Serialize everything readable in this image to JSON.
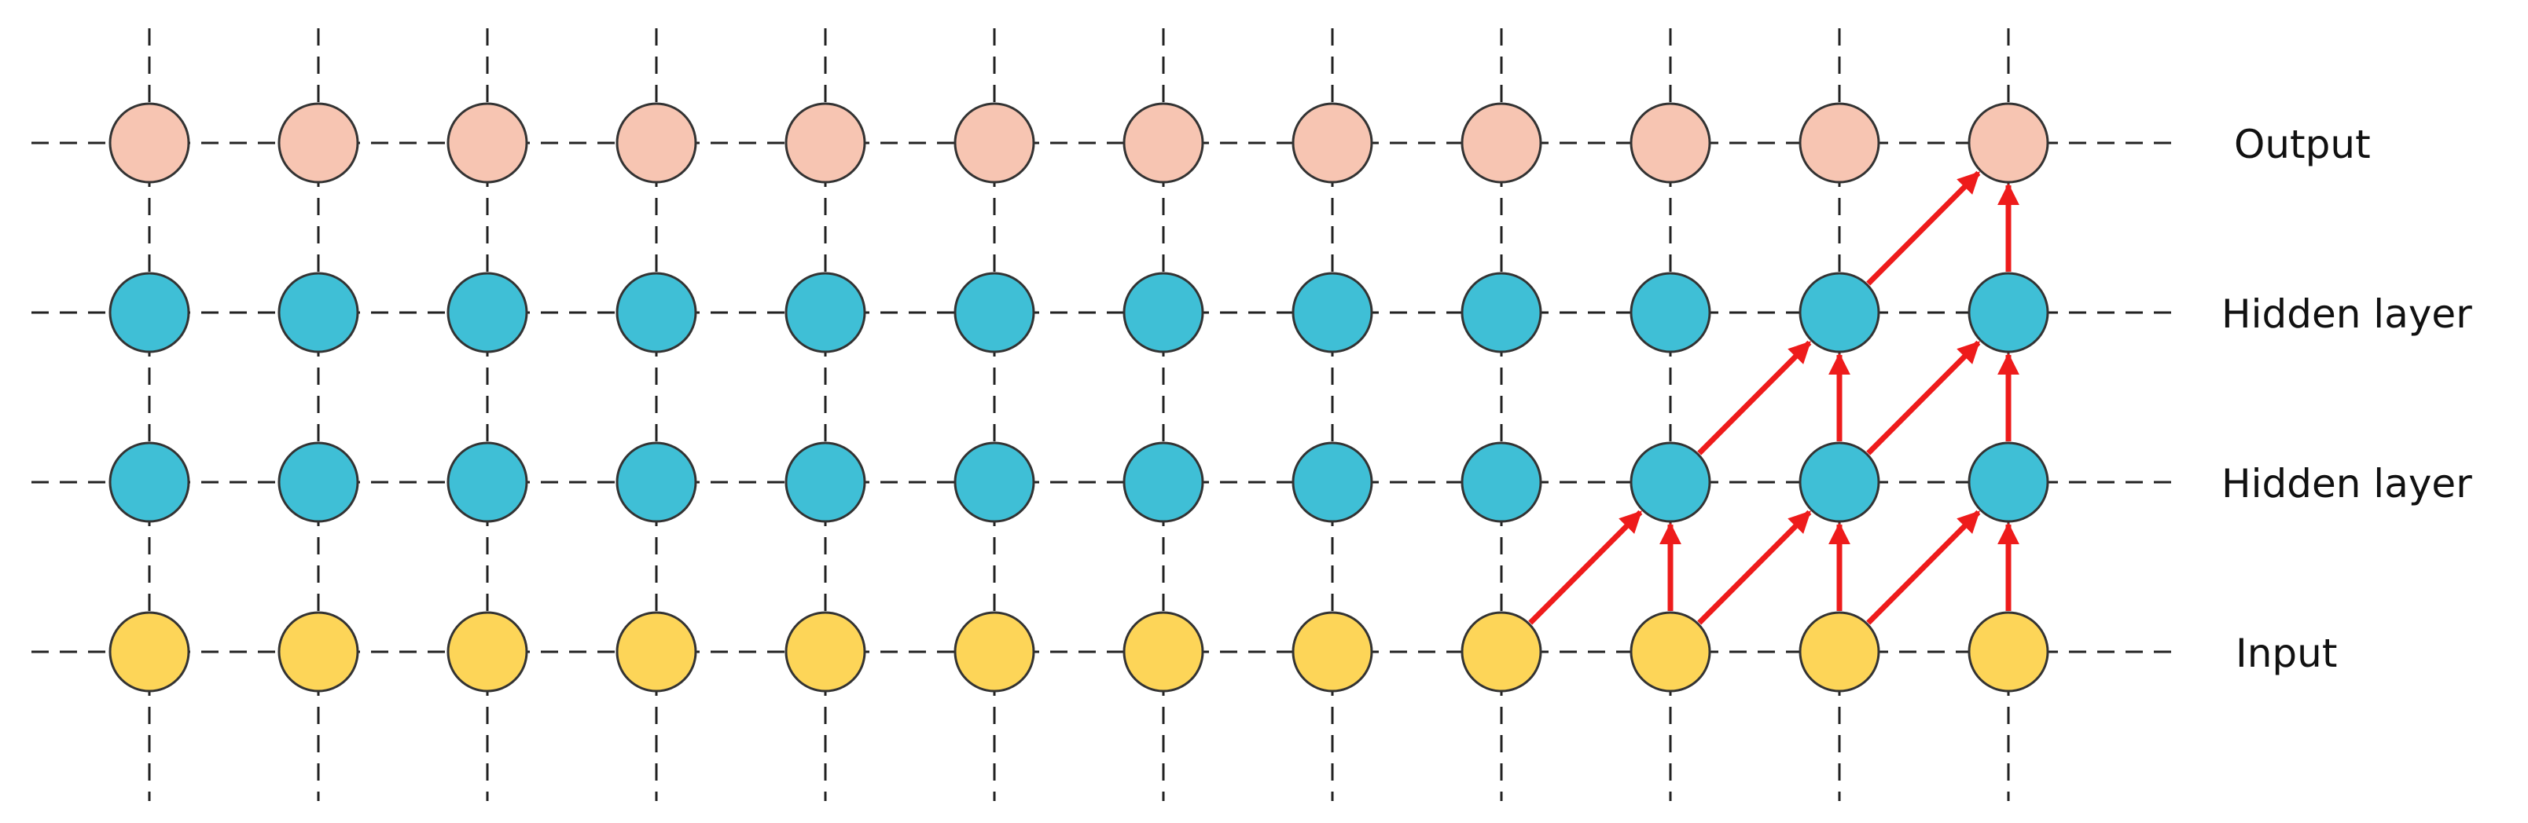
{
  "labels": {
    "output": "Output",
    "hidden_2": "Hidden layer",
    "hidden_1": "Hidden layer",
    "input": "Input"
  },
  "colors": {
    "output_node": "#f7c5b2",
    "hidden_node": "#3fbfd6",
    "input_node": "#fdd558",
    "node_stroke": "#333333",
    "grid_line": "#222222",
    "arrow": "#ee1b1b"
  },
  "network": {
    "columns": 12,
    "layers": [
      "input",
      "hidden",
      "hidden",
      "output"
    ],
    "connections": [
      {
        "from": [
          8,
          0
        ],
        "to": [
          9,
          1
        ]
      },
      {
        "from": [
          9,
          0
        ],
        "to": [
          9,
          1
        ]
      },
      {
        "from": [
          9,
          0
        ],
        "to": [
          10,
          1
        ]
      },
      {
        "from": [
          10,
          0
        ],
        "to": [
          10,
          1
        ]
      },
      {
        "from": [
          10,
          0
        ],
        "to": [
          11,
          1
        ]
      },
      {
        "from": [
          11,
          0
        ],
        "to": [
          11,
          1
        ]
      },
      {
        "from": [
          9,
          1
        ],
        "to": [
          10,
          2
        ]
      },
      {
        "from": [
          10,
          1
        ],
        "to": [
          10,
          2
        ]
      },
      {
        "from": [
          10,
          1
        ],
        "to": [
          11,
          2
        ]
      },
      {
        "from": [
          11,
          1
        ],
        "to": [
          11,
          2
        ]
      },
      {
        "from": [
          10,
          2
        ],
        "to": [
          11,
          3
        ]
      },
      {
        "from": [
          11,
          2
        ],
        "to": [
          11,
          3
        ]
      }
    ]
  }
}
